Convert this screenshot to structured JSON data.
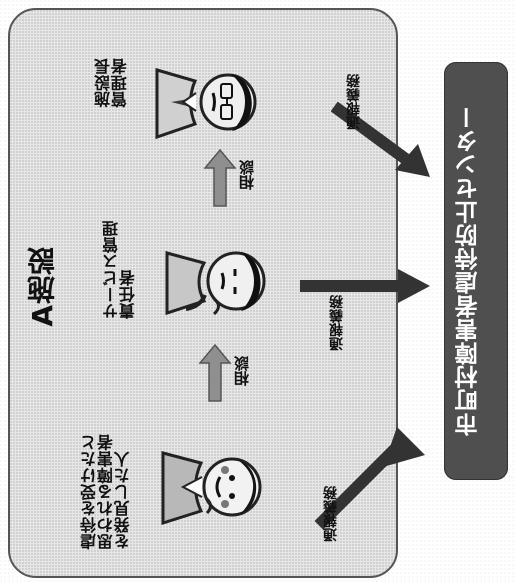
{
  "diagram": {
    "facility_title": "A施設",
    "people": {
      "finder_label": "虐待を受けたと\n思われる障害者\nを発見した人",
      "service_manager_label": "サービス管理\n責任者",
      "director_label": "施設長\n管理者"
    },
    "arrows": {
      "consult_label_1": "相談",
      "consult_label_2": "相談",
      "report_label_left": "通報義務",
      "report_label_middle": "通報義務",
      "report_label_right": "通報義務"
    },
    "destination": {
      "center_label": "市町村障害者虐待防止センター"
    }
  }
}
